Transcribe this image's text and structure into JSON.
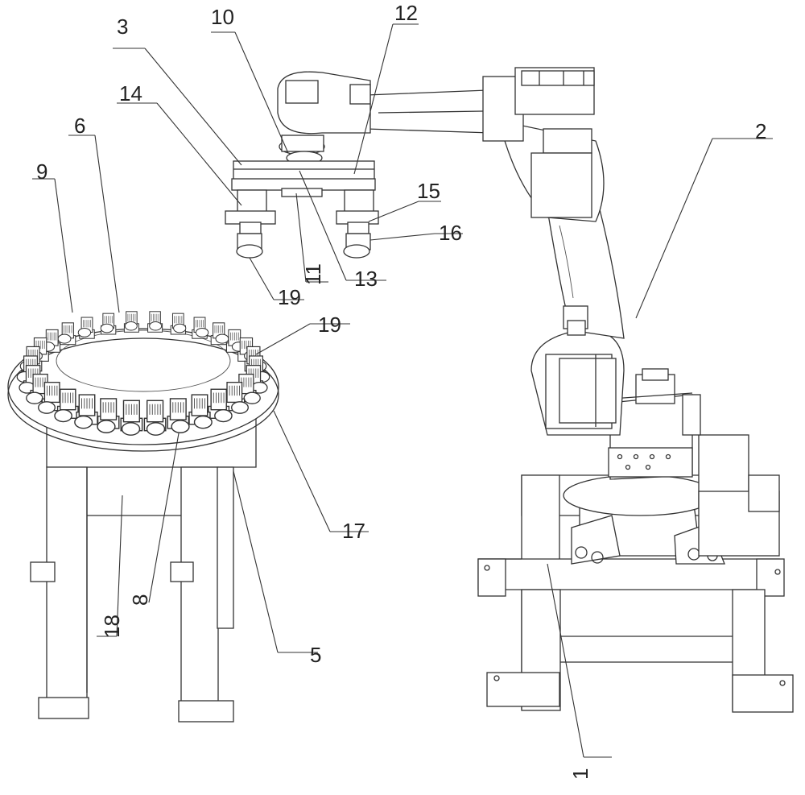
{
  "figure": {
    "labels": [
      "1",
      "2",
      "3",
      "5",
      "6",
      "8",
      "9",
      "10",
      "11",
      "12",
      "13",
      "14",
      "15",
      "16",
      "17",
      "18",
      "19",
      "19"
    ]
  }
}
